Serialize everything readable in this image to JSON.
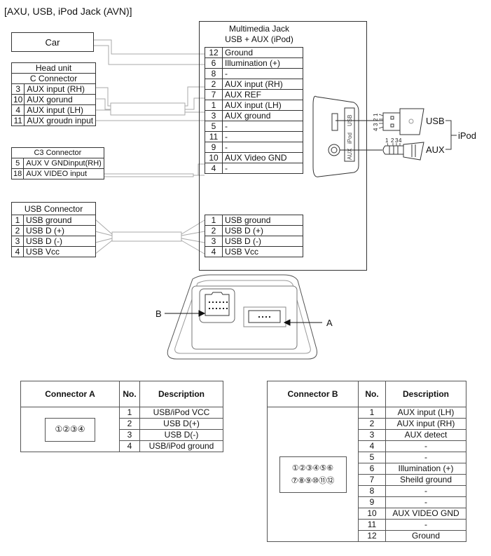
{
  "title": "[AXU, USB, iPod Jack (AVN)]",
  "car": {
    "label": "Car"
  },
  "head_unit": {
    "title1": "Head unit",
    "title2": "C Connector",
    "rows": [
      {
        "no": "3",
        "desc": "AUX input (RH)"
      },
      {
        "no": "10",
        "desc": "AUX gorund"
      },
      {
        "no": "4",
        "desc": "AUX input (LH)"
      },
      {
        "no": "11",
        "desc": "AUX groudn input"
      }
    ]
  },
  "c3": {
    "title": "C3 Connector",
    "rows": [
      {
        "no": "5",
        "desc": "AUX V GNDinput(RH)"
      },
      {
        "no": "18",
        "desc": "AUX VIDEO input"
      }
    ]
  },
  "usb_connector": {
    "title": "USB Connector",
    "rows": [
      {
        "no": "1",
        "desc": "USB ground"
      },
      {
        "no": "2",
        "desc": "USB D (+)"
      },
      {
        "no": "3",
        "desc": "USB D (-)"
      },
      {
        "no": "4",
        "desc": "USB Vcc"
      }
    ]
  },
  "multimedia": {
    "title1": "Multimedia Jack",
    "title2": "USB + AUX (iPod)",
    "rows": [
      {
        "no": "12",
        "desc": "Ground"
      },
      {
        "no": "6",
        "desc": "Illumination (+)"
      },
      {
        "no": "8",
        "desc": "-"
      },
      {
        "no": "2",
        "desc": "AUX input (RH)"
      },
      {
        "no": "7",
        "desc": "AUX REF"
      },
      {
        "no": "1",
        "desc": "AUX input (LH)"
      },
      {
        "no": "3",
        "desc": "AUX ground"
      },
      {
        "no": "5",
        "desc": "-"
      },
      {
        "no": "11",
        "desc": "-"
      },
      {
        "no": "9",
        "desc": "-"
      },
      {
        "no": "10",
        "desc": "AUX Video GND"
      },
      {
        "no": "4",
        "desc": "-"
      }
    ],
    "usb_rows": [
      {
        "no": "1",
        "desc": "USB ground"
      },
      {
        "no": "2",
        "desc": "USB D (+)"
      },
      {
        "no": "3",
        "desc": "USB D (-)"
      },
      {
        "no": "4",
        "desc": "USB Vcc"
      }
    ],
    "panel_labels": [
      "AUX",
      "iPod",
      "USB"
    ]
  },
  "ipod": {
    "usb_label": "USB",
    "aux_label": "AUX",
    "ipod_label": "iPod",
    "usb_pins": [
      "1",
      "2",
      "3",
      "4"
    ],
    "aux_pins": [
      "1",
      "2",
      "3",
      "4"
    ]
  },
  "jack_view": {
    "label_b": "B",
    "label_a": "A"
  },
  "connector_a": {
    "header": [
      "Connector A",
      "No.",
      "Description"
    ],
    "pin_circles": "①②③④",
    "rows": [
      {
        "no": "1",
        "desc": "USB/iPod VCC"
      },
      {
        "no": "2",
        "desc": "USB D(+)"
      },
      {
        "no": "3",
        "desc": "USB D(-)"
      },
      {
        "no": "4",
        "desc": "USB/iPod ground"
      }
    ]
  },
  "connector_b": {
    "header": [
      "Connector B",
      "No.",
      "Description"
    ],
    "pin_row1": "①②③④⑤⑥",
    "pin_row2": "⑦⑧⑨⑩⑪⑫",
    "rows": [
      {
        "no": "1",
        "desc": "AUX input (LH)"
      },
      {
        "no": "2",
        "desc": "AUX input (RH)"
      },
      {
        "no": "3",
        "desc": "AUX detect"
      },
      {
        "no": "4",
        "desc": "-"
      },
      {
        "no": "5",
        "desc": "-"
      },
      {
        "no": "6",
        "desc": "Illumination (+)"
      },
      {
        "no": "7",
        "desc": "Sheild ground"
      },
      {
        "no": "8",
        "desc": "-"
      },
      {
        "no": "9",
        "desc": "-"
      },
      {
        "no": "10",
        "desc": "AUX VIDEO GND"
      },
      {
        "no": "11",
        "desc": "-"
      },
      {
        "no": "12",
        "desc": "Ground"
      }
    ]
  }
}
